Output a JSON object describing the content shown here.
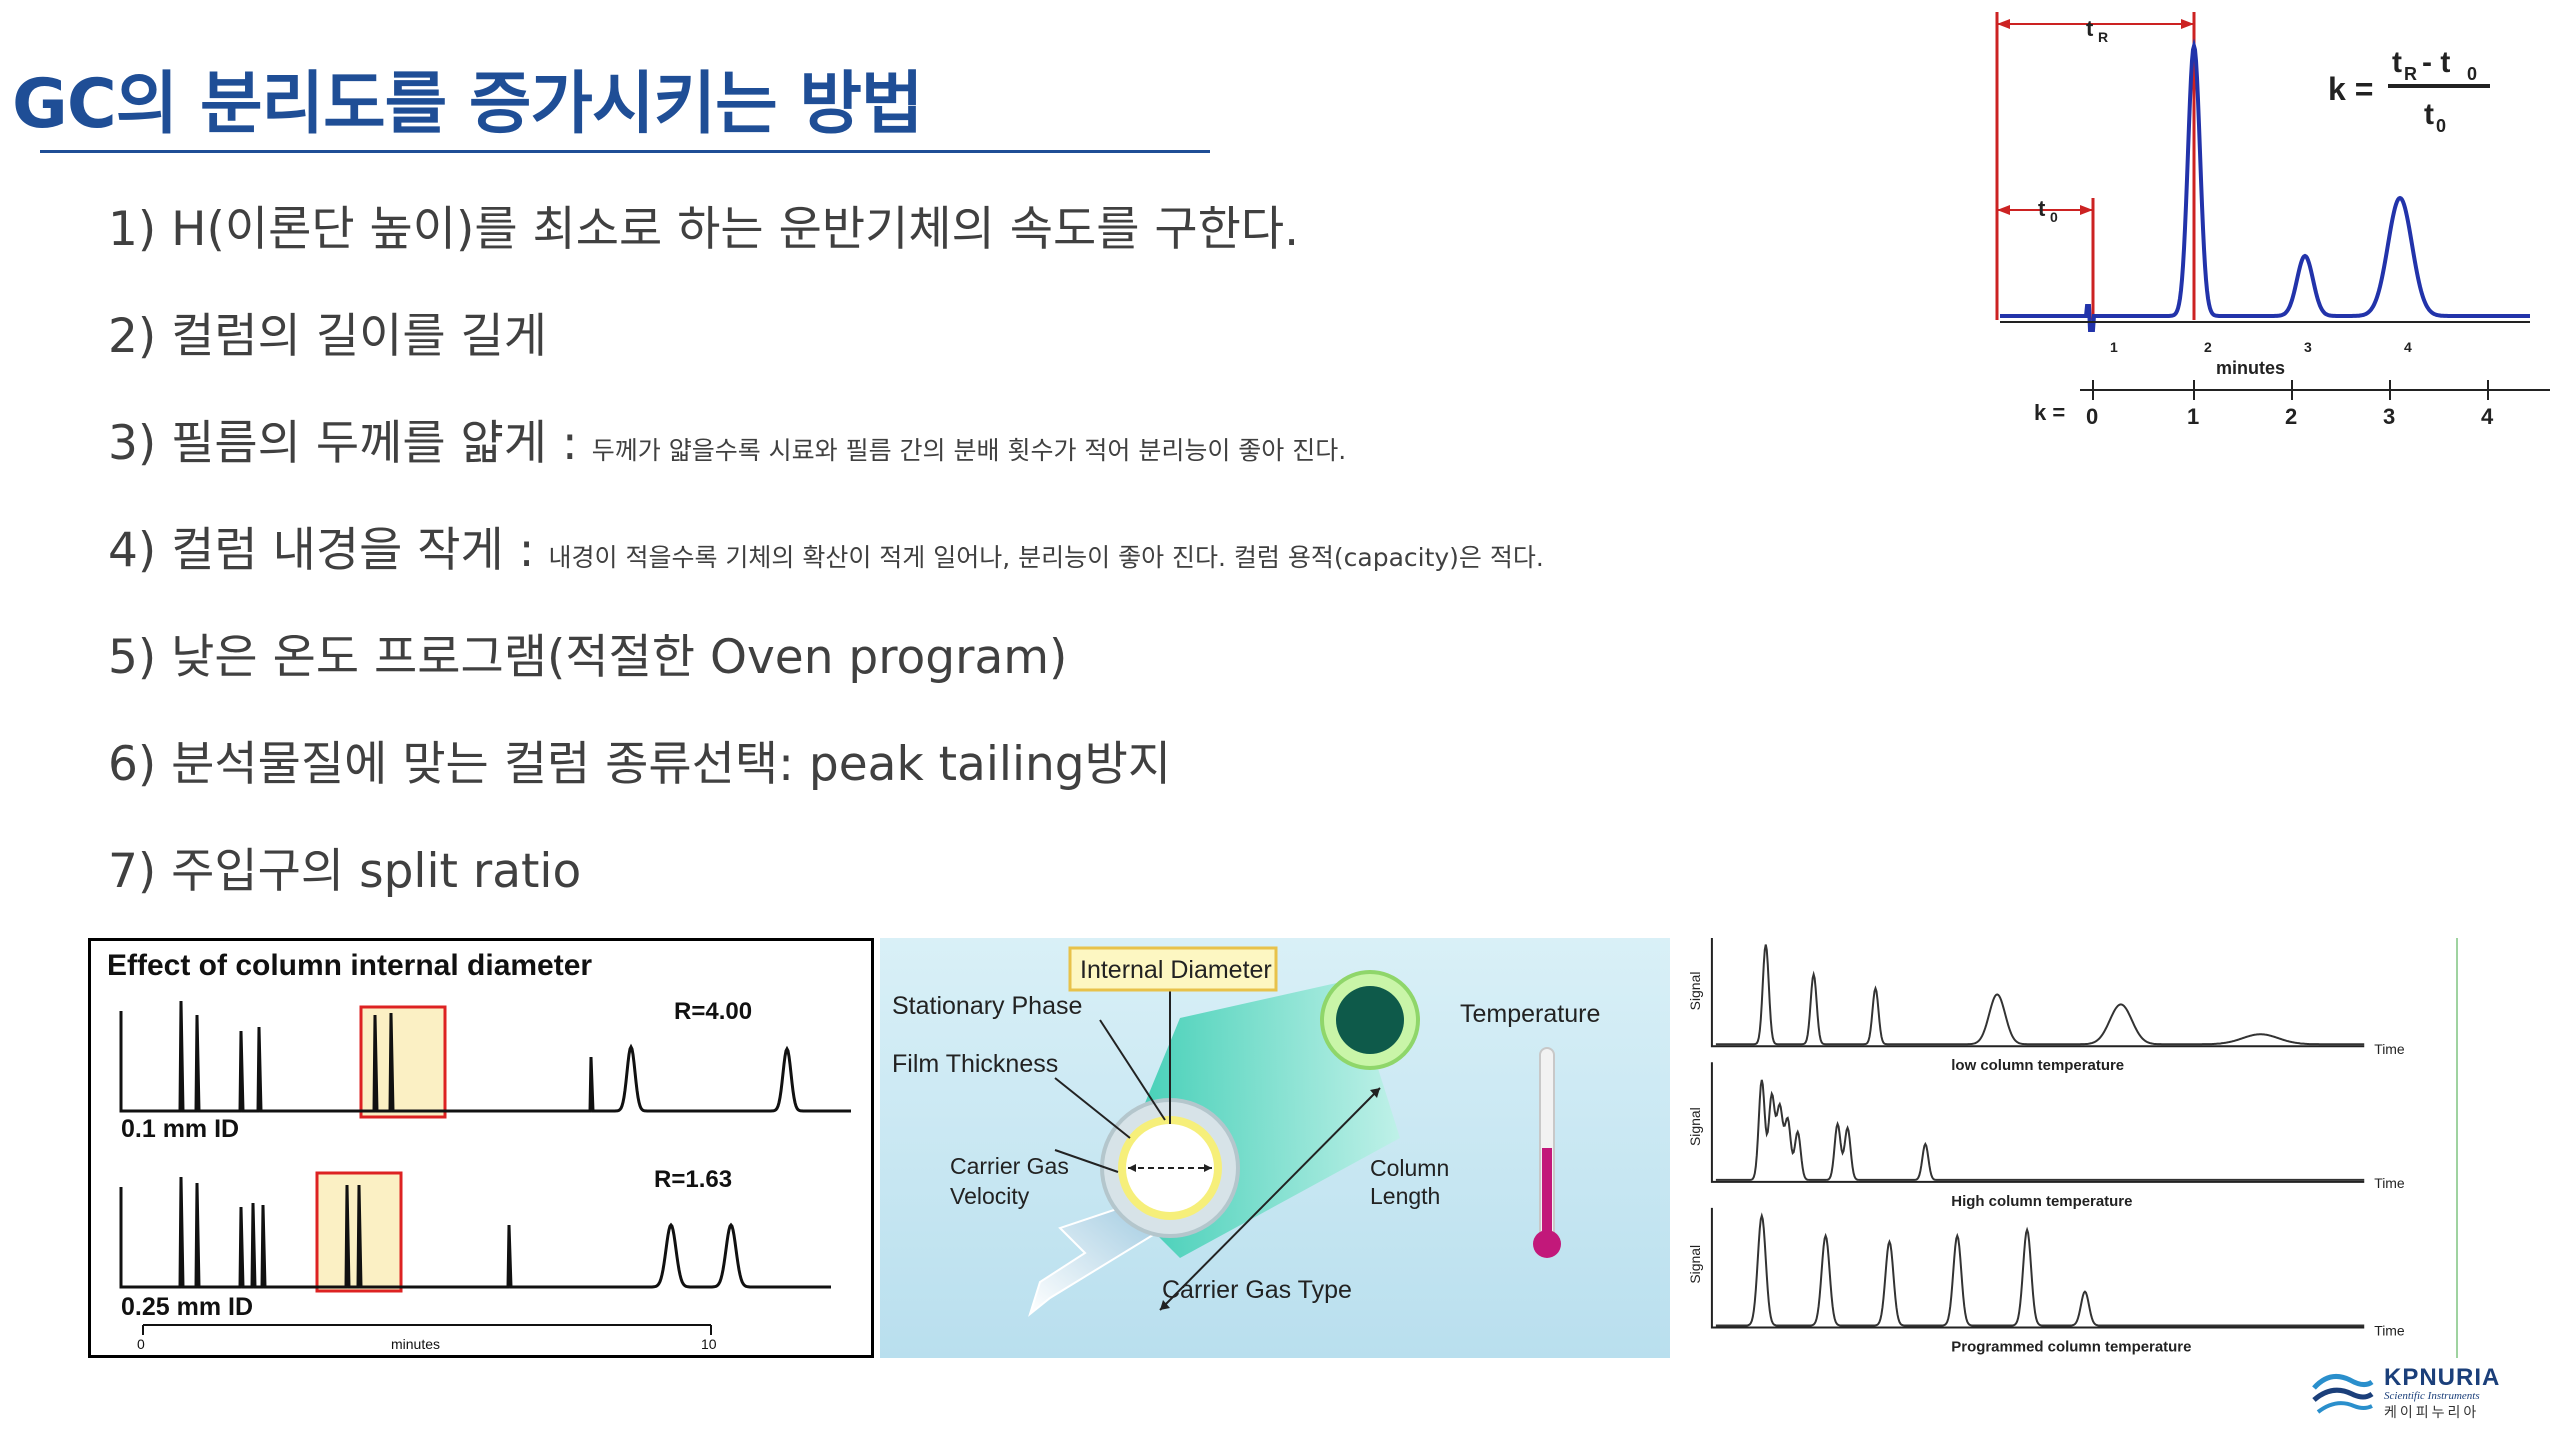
{
  "slide": {
    "title": "GC의 분리도를 증가시키는 방법"
  },
  "methods": [
    {
      "main": "1) H(이론단 높이)를 최소로 하는 운반기체의 속도를 구한다.",
      "note": ""
    },
    {
      "main": "2) 컬럼의 길이를 길게",
      "note": ""
    },
    {
      "main": "3) 필름의 두께를 얇게 :",
      "note": "두께가 얇을수록 시료와 필름 간의 분배 횟수가 적어 분리능이 좋아 진다."
    },
    {
      "main": "4) 컬럼 내경을 작게 :",
      "note": "내경이 적을수록 기체의 확산이 적게 일어나, 분리능이 좋아 진다. 컬럼 용적(capacity)은 적다."
    },
    {
      "main": "5) 낮은 온도 프로그램(적절한 Oven program)",
      "note": ""
    },
    {
      "main": "6) 분석물질에 맞는 컬럼 종류선택: peak tailing방지",
      "note": ""
    },
    {
      "main": "7) 주입구의 split ratio",
      "note": ""
    }
  ],
  "k_figure": {
    "tr_label": "t",
    "tr_sub": "R",
    "t0_label": "t",
    "t0_sub": "0",
    "formula_lhs": "k =",
    "formula_num": "t",
    "formula_num_sub": "R",
    "formula_minus": "- t",
    "formula_num_sub2": "0",
    "formula_den": "t",
    "formula_den_sub": "0",
    "x_ticks": [
      "1",
      "2",
      "3",
      "4"
    ],
    "x_label": "minutes",
    "k_axis_label": "k =",
    "k_ticks": [
      "0",
      "1",
      "2",
      "3",
      "4"
    ],
    "line_color": "#2233aa",
    "marker_color": "#cc2222"
  },
  "id_figure": {
    "title": "Effect of column internal diameter",
    "top_label": "0.1 mm ID",
    "top_r": "R=4.00",
    "bottom_label": "0.25 mm ID",
    "bottom_r": "R=1.63",
    "axis_start": "0",
    "axis_end": "10",
    "axis_label": "minutes",
    "highlight_fill": "#fbf0c4",
    "highlight_stroke": "#dd2222"
  },
  "column_figure": {
    "internal_diameter": "Internal Diameter",
    "stationary_phase": "Stationary Phase",
    "film_thickness": "Film Thickness",
    "temperature": "Temperature",
    "carrier_gas_velocity_1": "Carrier Gas",
    "carrier_gas_velocity_2": "Velocity",
    "column_length_1": "Column",
    "column_length_2": "Length",
    "carrier_gas_type": "Carrier Gas Type"
  },
  "temp_figure": {
    "signal_label": "Signal",
    "time_label": "Time",
    "captions": [
      "low column temperature",
      "High column temperature",
      "Programmed column temperature"
    ]
  },
  "logo": {
    "name": "KPNURIA",
    "sub": "Scientific Instruments",
    "korean": "케이피누리아"
  }
}
